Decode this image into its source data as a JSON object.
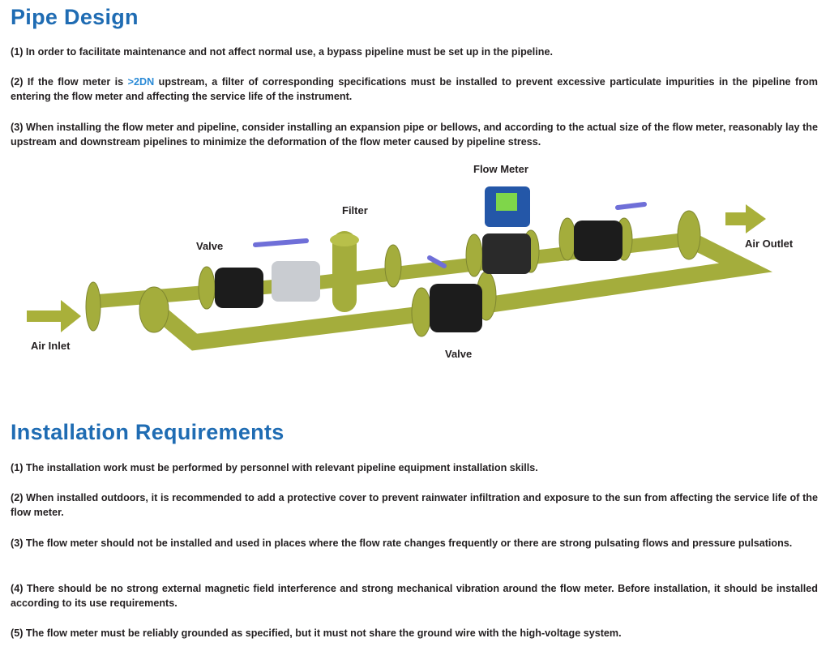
{
  "pipe_design": {
    "title": "Pipe Design",
    "items": [
      {
        "text": "(1) In order to facilitate maintenance and not affect normal use, a bypass pipeline must be set up in the pipeline."
      },
      {
        "pre": "(2) If the flow meter is ",
        "highlight": ">2DN",
        "post": " upstream, a filter of corresponding specifications must be installed to prevent excessive particulate impurities in the pipeline from entering the flow meter and affecting the service life of the instrument."
      },
      {
        "text": "(3) When installing the flow meter and pipeline, consider installing an expansion pipe or bellows, and according to the actual size of the flow meter, reasonably lay the upstream and downstream pipelines to minimize the deformation of the flow meter caused by pipeline stress."
      }
    ]
  },
  "diagram": {
    "labels": {
      "flow_meter": "Flow Meter",
      "filter": "Filter",
      "valve_top": "Valve",
      "air_outlet": "Air Outlet",
      "air_inlet": "Air Inlet",
      "valve_bottom": "Valve"
    },
    "colors": {
      "pipe": "#a4ad3c",
      "valve": "#1c1c1c",
      "handle": "#6f6fd8",
      "arrow": "#a9b03a",
      "meter": "#2457a8",
      "display": "#7fd64a"
    }
  },
  "installation": {
    "title": "Installation Requirements",
    "items": [
      "(1) The installation work must be performed by personnel with relevant pipeline equipment installation skills.",
      "(2) When installed outdoors, it is recommended to add a protective cover to prevent rainwater infiltration and exposure to the sun from affecting the service life of the flow meter.",
      "(3) The flow meter should not be installed and used in places where the flow rate changes frequently or there are strong pulsating flows and pressure pulsations.",
      "(4) There should be no strong external magnetic field interference and strong mechanical vibration around the flow meter. Before installation, it should be installed according to its use requirements.",
      "(5) The flow meter must be reliably grounded as specified, but it must not share the ground wire with the high-voltage system."
    ]
  }
}
